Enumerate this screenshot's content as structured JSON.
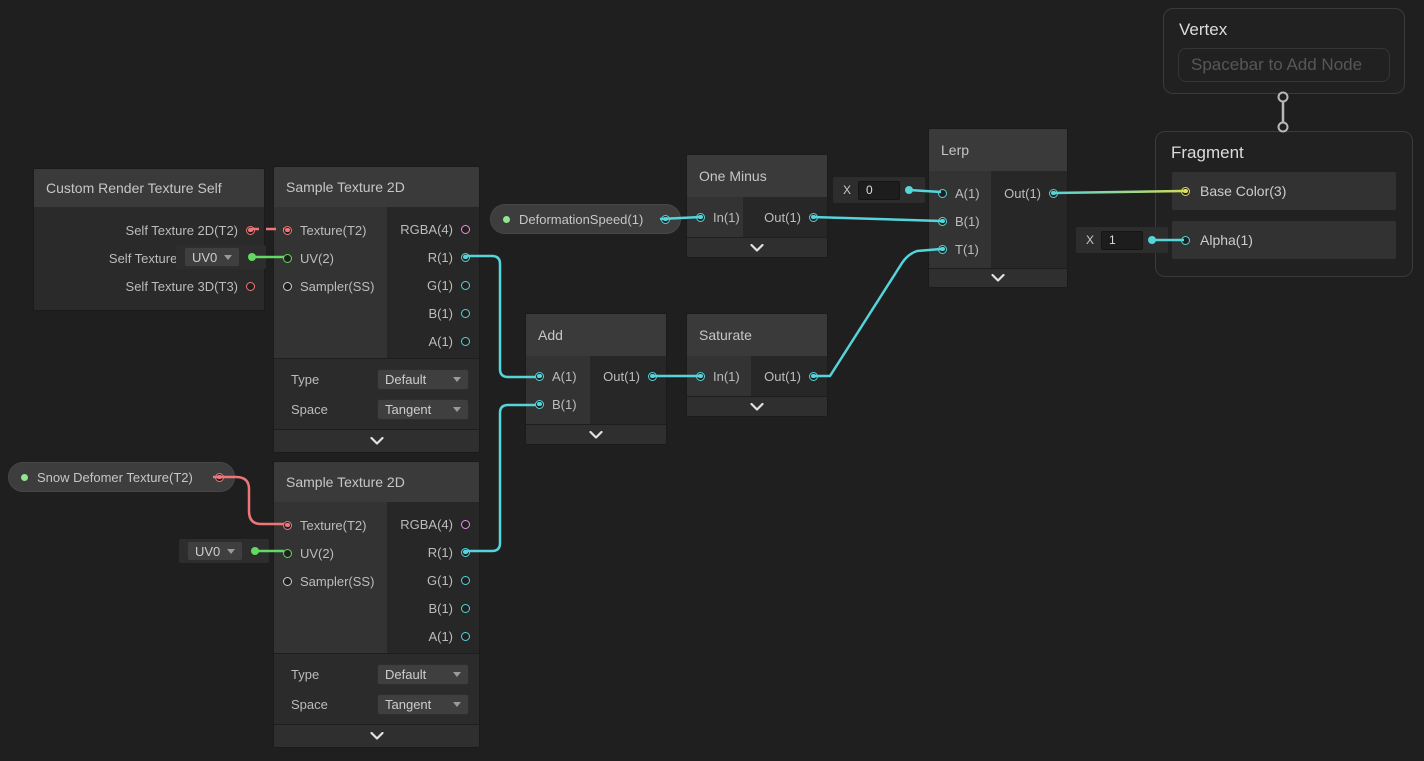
{
  "colors": {
    "canvas_bg": "#1f1f1f",
    "edge_cyan": "#55d4da",
    "edge_green": "#63d863",
    "edge_red": "#ef7678",
    "port_pink": "#ee8fe4",
    "port_yellow": "#dfe14d",
    "stem_gray": "#b8b8b8"
  },
  "nodes": {
    "custom_render_texture": {
      "title": "Custom Render Texture Self",
      "outputs": [
        "Self Texture 2D(T2)",
        "Self Texture Cube(TC)",
        "Self Texture 3D(T3)"
      ]
    },
    "sample_texture_a": {
      "title": "Sample Texture 2D",
      "inputs": [
        "Texture(T2)",
        "UV(2)",
        "Sampler(SS)"
      ],
      "outputs": [
        "RGBA(4)",
        "R(1)",
        "G(1)",
        "B(1)",
        "A(1)"
      ],
      "type_label": "Type",
      "type_value": "Default",
      "space_label": "Space",
      "space_value": "Tangent"
    },
    "sample_texture_b": {
      "title": "Sample Texture 2D",
      "inputs": [
        "Texture(T2)",
        "UV(2)",
        "Sampler(SS)"
      ],
      "outputs": [
        "RGBA(4)",
        "R(1)",
        "G(1)",
        "B(1)",
        "A(1)"
      ],
      "type_label": "Type",
      "type_value": "Default",
      "space_label": "Space",
      "space_value": "Tangent"
    },
    "one_minus": {
      "title": "One Minus",
      "input": "In(1)",
      "output": "Out(1)"
    },
    "add": {
      "title": "Add",
      "inputs": [
        "A(1)",
        "B(1)"
      ],
      "output": "Out(1)"
    },
    "saturate": {
      "title": "Saturate",
      "input": "In(1)",
      "output": "Out(1)"
    },
    "lerp": {
      "title": "Lerp",
      "inputs": [
        "A(1)",
        "B(1)",
        "T(1)"
      ],
      "output": "Out(1)"
    }
  },
  "properties": {
    "deformation_speed": {
      "label": "DeformationSpeed(1)"
    },
    "snow_deformer": {
      "label": "Snow Defomer Texture(T2)"
    }
  },
  "master_stack": {
    "vertex": {
      "title": "Vertex",
      "placeholder": "Spacebar to Add Node"
    },
    "fragment": {
      "title": "Fragment",
      "ports": [
        "Base Color(3)",
        "Alpha(1)"
      ]
    }
  },
  "inline_widgets": {
    "uv_a": {
      "value": "UV0"
    },
    "uv_b": {
      "value": "UV0"
    },
    "lerp_a_default": {
      "label": "X",
      "value": "0"
    },
    "alpha_default": {
      "label": "X",
      "value": "1"
    }
  },
  "edges": [
    {
      "from": "Custom Render Texture Self.Self Texture 2D(T2)",
      "to": "Sample Texture 2D (A).Texture(T2)",
      "color": "#ef7678"
    },
    {
      "from": "Snow Defomer Texture(T2)",
      "to": "Sample Texture 2D (B).Texture(T2)",
      "color": "#ef7678"
    },
    {
      "from": "Sample Texture 2D (A).R(1)",
      "to": "Add.A(1)",
      "color": "#55d4da"
    },
    {
      "from": "Sample Texture 2D (B).R(1)",
      "to": "Add.B(1)",
      "color": "#55d4da"
    },
    {
      "from": "DeformationSpeed(1)",
      "to": "One Minus.In(1)",
      "color": "#55d4da"
    },
    {
      "from": "One Minus.Out(1)",
      "to": "Lerp.B(1)",
      "color": "#55d4da"
    },
    {
      "from": "Add.Out(1)",
      "to": "Saturate.In(1)",
      "color": "#55d4da"
    },
    {
      "from": "Saturate.Out(1)",
      "to": "Lerp.T(1)",
      "color": "#55d4da"
    },
    {
      "from": "Lerp.Out(1)",
      "to": "Fragment.Base Color(3)",
      "color": "cyan-to-yellow"
    }
  ]
}
